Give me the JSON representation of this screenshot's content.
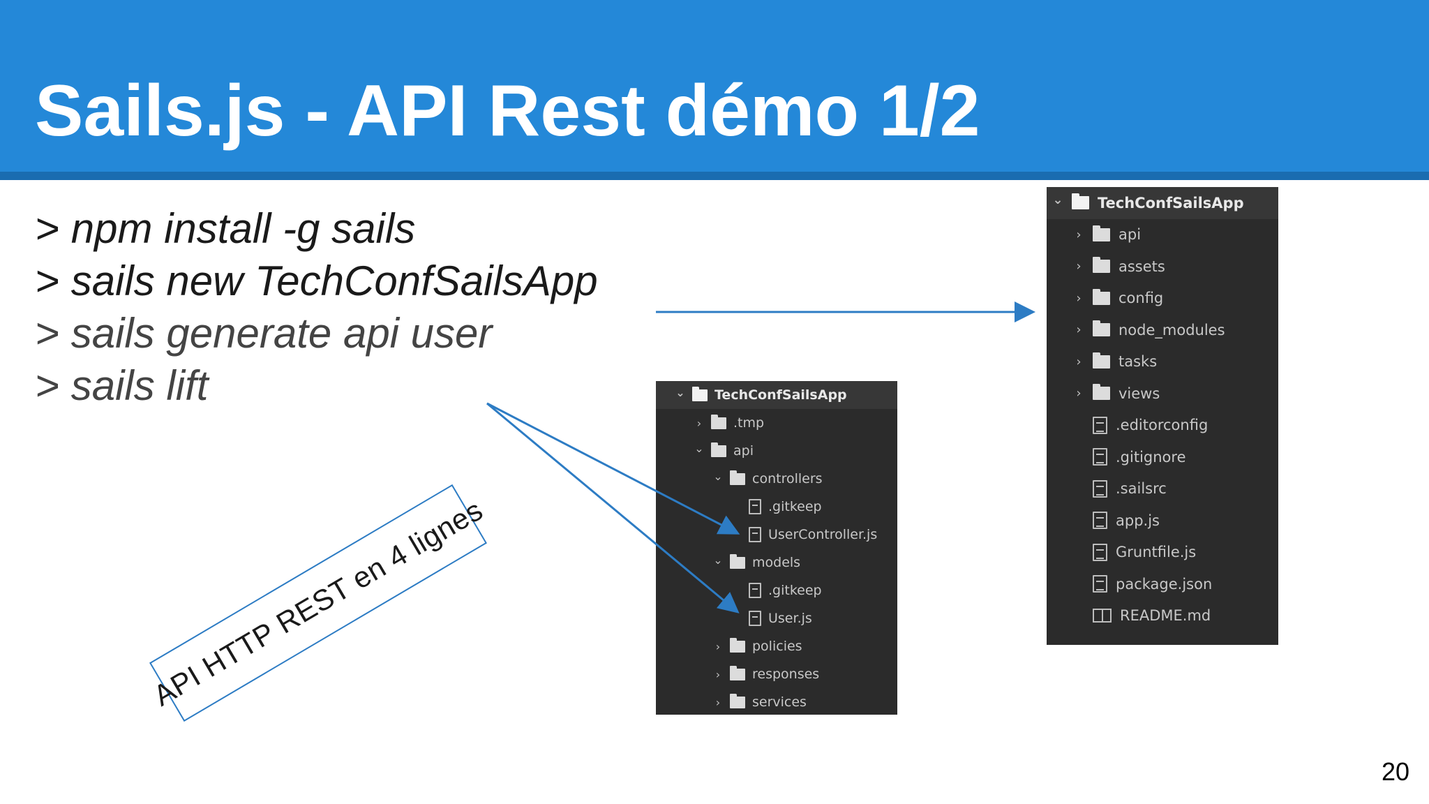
{
  "slide": {
    "title": "Sails.js - API Rest démo 1/2",
    "commands": [
      "> npm install -g sails",
      "> sails new TechConfSailsApp",
      "> sails generate api user",
      "> sails lift"
    ],
    "stamp": "API HTTP REST en 4 lignes",
    "page_number": "20"
  },
  "tree_small": {
    "items": [
      {
        "label": "TechConfSailsApp",
        "type": "folder",
        "state": "open",
        "depth": 0
      },
      {
        "label": ".tmp",
        "type": "folder",
        "state": "closed",
        "depth": 1
      },
      {
        "label": "api",
        "type": "folder",
        "state": "open",
        "depth": 1
      },
      {
        "label": "controllers",
        "type": "folder",
        "state": "open",
        "depth": 2
      },
      {
        "label": ".gitkeep",
        "type": "file",
        "depth": 3
      },
      {
        "label": "UserController.js",
        "type": "file",
        "depth": 3
      },
      {
        "label": "models",
        "type": "folder",
        "state": "open",
        "depth": 2
      },
      {
        "label": ".gitkeep",
        "type": "file",
        "depth": 3
      },
      {
        "label": "User.js",
        "type": "file",
        "depth": 3
      },
      {
        "label": "policies",
        "type": "folder",
        "state": "closed",
        "depth": 2
      },
      {
        "label": "responses",
        "type": "folder",
        "state": "closed",
        "depth": 2
      },
      {
        "label": "services",
        "type": "folder",
        "state": "closed",
        "depth": 2
      }
    ]
  },
  "tree_large": {
    "items": [
      {
        "label": "TechConfSailsApp",
        "type": "folder",
        "state": "open",
        "depth": 0
      },
      {
        "label": "api",
        "type": "folder",
        "state": "closed",
        "depth": 1
      },
      {
        "label": "assets",
        "type": "folder",
        "state": "closed",
        "depth": 1
      },
      {
        "label": "config",
        "type": "folder",
        "state": "closed",
        "depth": 1
      },
      {
        "label": "node_modules",
        "type": "folder",
        "state": "closed",
        "depth": 1
      },
      {
        "label": "tasks",
        "type": "folder",
        "state": "closed",
        "depth": 1
      },
      {
        "label": "views",
        "type": "folder",
        "state": "closed",
        "depth": 1
      },
      {
        "label": ".editorconfig",
        "type": "file",
        "depth": 1
      },
      {
        "label": ".gitignore",
        "type": "file",
        "depth": 1
      },
      {
        "label": ".sailsrc",
        "type": "file",
        "depth": 1
      },
      {
        "label": "app.js",
        "type": "file",
        "depth": 1
      },
      {
        "label": "Gruntfile.js",
        "type": "file",
        "depth": 1
      },
      {
        "label": "package.json",
        "type": "file",
        "depth": 1
      },
      {
        "label": "README.md",
        "type": "book",
        "depth": 1
      }
    ]
  },
  "colors": {
    "header": "#2488d8",
    "header_rule": "#1a6cb0",
    "arrow": "#2d7cc4",
    "tree_bg": "#2b2b2b"
  },
  "icons": {
    "folder": "folder-icon",
    "file": "file-icon",
    "readme": "book-icon",
    "expand": "chevron-down-icon",
    "collapse": "chevron-right-icon"
  }
}
